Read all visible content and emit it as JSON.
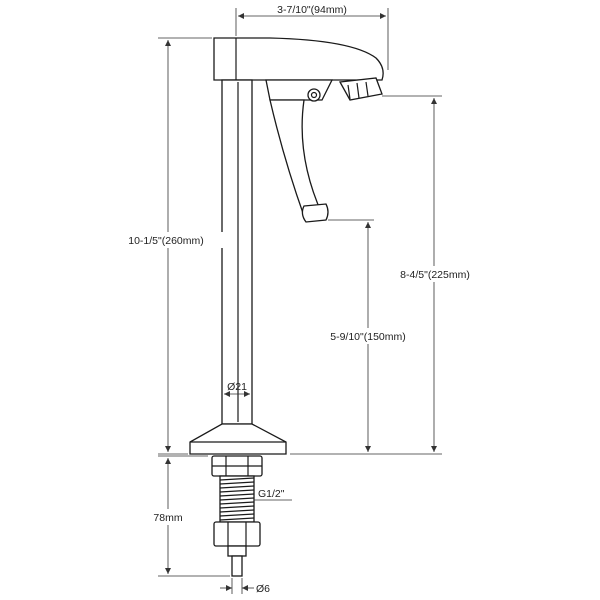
{
  "dimensions": {
    "top_width": "3-7/10\"(94mm)",
    "total_height": "10-1/5\"(260mm)",
    "spout_height": "8-4/5\"(225mm)",
    "lever_height": "5-9/10\"(150mm)",
    "pipe_diameter": "Ø21",
    "thread": "G1/2\"",
    "shank_length": "78mm",
    "outlet_diameter": "Ø6"
  }
}
